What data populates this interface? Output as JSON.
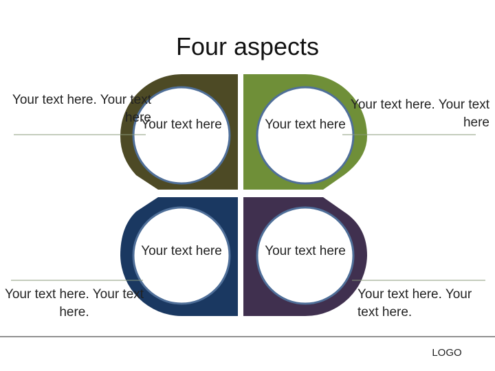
{
  "title": "Four aspects",
  "quadrants": {
    "top_left": {
      "color": "#4d4a25",
      "circle_text": "Your text here",
      "side_text": "Your text here. Your text here"
    },
    "top_right": {
      "color": "#6f8f38",
      "circle_text": "Your text here",
      "side_text": "Your text here. Your text here"
    },
    "bottom_left": {
      "color": "#1a3861",
      "circle_text": "Your text here",
      "side_text": "Your text here. Your text here."
    },
    "bottom_right": {
      "color": "#40304f",
      "circle_text": "Your text here",
      "side_text": "Your text here. Your text here."
    }
  },
  "colors": {
    "circle_border": "#4f6f99",
    "circle_fill": "#ffffff",
    "divider": "#8a9a7a"
  },
  "footer": {
    "logo": "LOGO"
  }
}
